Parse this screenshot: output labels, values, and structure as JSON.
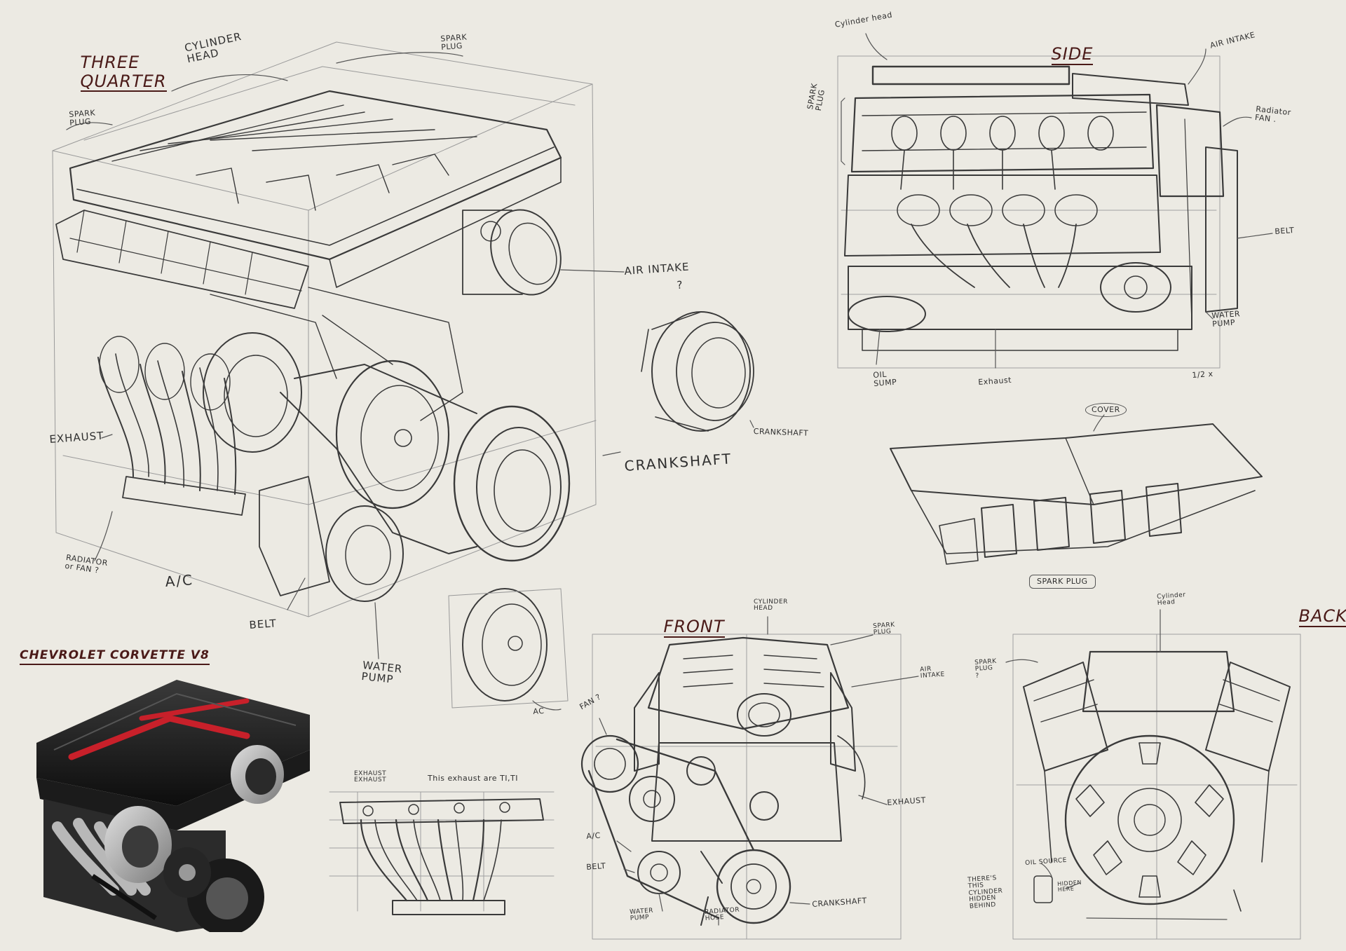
{
  "views": {
    "three_quarter": "THREE\nQUARTER",
    "side": "SIDE",
    "front": "FRONT",
    "back": "BACK"
  },
  "photo_title": "CHEVROLET CORVETTE V8",
  "photo_badge_color": "#c8202a",
  "three_quarter_labels": {
    "cylinder_head": "CYLINDER\nHEAD",
    "spark_plug_top": "SPARK\nPLUG",
    "spark_plug_left": "SPARK\nPLUG",
    "air_intake": "AIR INTAKE",
    "air_intake_q": "?",
    "exhaust": "EXHAUST",
    "crankshaft": "CRANKSHAFT",
    "crankshaft_small": "CRANKSHAFT",
    "radiator": "RADIATOR\nor FAN ?",
    "ac": "A/C",
    "belt": "BELT",
    "water_pump": "WATER\nPUMP",
    "ac_small": "AC"
  },
  "side_labels": {
    "cylinder_head": "Cylinder head",
    "spark_plug": "SPARK\nPLUG",
    "air_intake": "AIR INTAKE",
    "radiator_fan": "Radiator\nFAN .",
    "belt": "BELT",
    "water_pump": "WATER\nPUMP",
    "oil_sump": "OIL\nSUMP",
    "exhaust": "Exhaust",
    "scale": "1/2 x"
  },
  "cover_labels": {
    "cover": "COVER",
    "spark_plug": "SPARK PLUG"
  },
  "exhaust_detail_labels": {
    "exhaust": "EXHAUST\nEXHAUST",
    "note": "This exhaust are TI,TI"
  },
  "front_labels": {
    "cylinder_head": "CYLINDER\nHEAD",
    "spark_plug": "SPARK\nPLUG",
    "air_intake": "AIR\nINTAKE",
    "fan": "FAN ?",
    "exhaust": "EXHAUST",
    "ac": "A/C",
    "belt": "BELT",
    "water_pump": "WATER\nPUMP",
    "radiator_hose": "RADIATOR\nHOSE",
    "crankshaft": "CRANKSHAFT"
  },
  "back_labels": {
    "cylinder_head": "Cylinder\nHead",
    "spark_plug": "SPARK\nPLUG\n?",
    "oil_source": "OIL SOURCE",
    "note": "THERE'S\nTHIS\nCYLINDER\nHIDDEN\nBEHIND",
    "hidden": "HIDDEN\nHERE"
  }
}
